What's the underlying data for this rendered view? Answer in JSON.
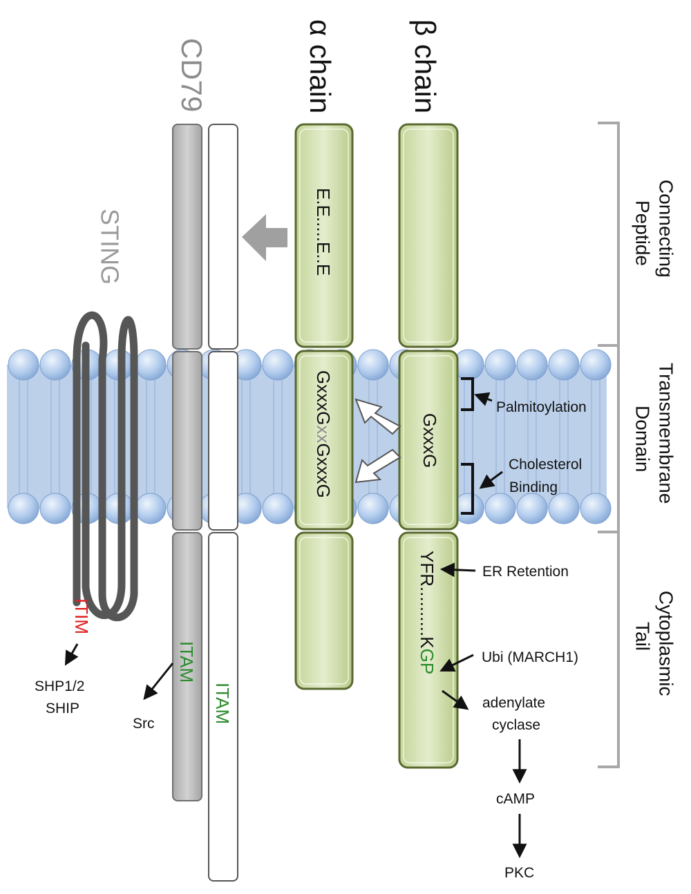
{
  "chains": {
    "cd79": "CD79",
    "alpha": "α chain",
    "beta": "β chain",
    "sting": "STING"
  },
  "motifs": {
    "alpha_connecting": "E.E.....E..E",
    "alpha_tm_part1": "GxxxG",
    "alpha_tm_part2": "xx",
    "alpha_tm_part3": "GxxxG",
    "beta_tm": "GxxxG",
    "beta_tail_yfr": "YFR",
    "beta_tail_dots": "..........",
    "beta_tail_k": "K",
    "beta_tail_gp": "GP",
    "itim": "ITIM",
    "itam_grey": "ITAM",
    "itam_white": "ITAM"
  },
  "domains": {
    "connecting_1": "Connecting",
    "connecting_2": "Peptide",
    "transmembrane_1": "Transmembrane",
    "transmembrane_2": "Domain",
    "cytoplasmic_1": "Cytoplasmic",
    "cytoplasmic_2": "Tail"
  },
  "annotations": {
    "palmitoylation": "Palmitoylation",
    "cholesterol_1": "Cholesterol",
    "cholesterol_2": "Binding",
    "er_retention": "ER Retention",
    "ubi": "Ubi (MARCH1)",
    "adenylate_1": "adenylate",
    "adenylate_2": "cyclase",
    "camp": "cAMP",
    "pkc": "PKC",
    "shp_1": "SHP1/2",
    "shp_2": "SHIP",
    "src": "Src"
  },
  "colors": {
    "green_fill": "#d5e3b5",
    "green_stroke": "#7c8f55",
    "grey_fill": "#c2c2c2",
    "membrane": "#b8cce6",
    "head": "#aecbec",
    "itim": "#e02020",
    "itam": "#2e8b2e",
    "label_grey": "#8c8c8c"
  }
}
